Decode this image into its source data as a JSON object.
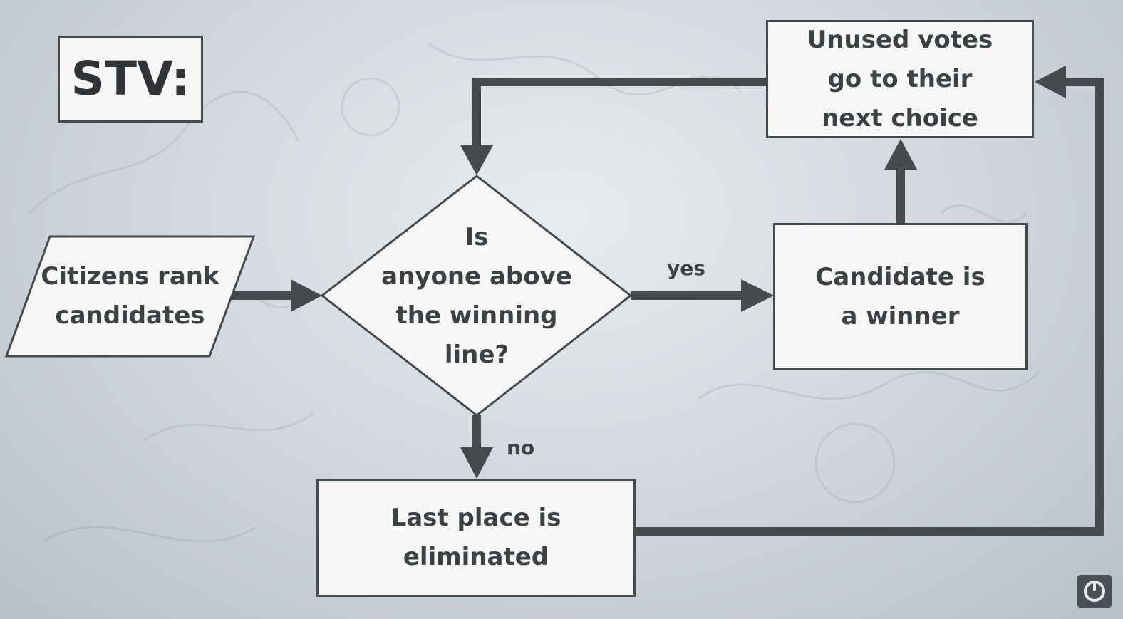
{
  "title": "STV:",
  "nodes": {
    "start": {
      "shape": "parallelogram",
      "lines": [
        "Citizens rank",
        "candidates"
      ]
    },
    "decision": {
      "shape": "diamond",
      "lines": [
        "Is",
        "anyone above",
        "the winning",
        "line?"
      ]
    },
    "winner": {
      "shape": "rectangle",
      "lines": [
        "Candidate is",
        "a winner"
      ]
    },
    "transfer": {
      "shape": "rectangle",
      "lines": [
        "Unused votes",
        "go to their",
        "next choice"
      ]
    },
    "eliminate": {
      "shape": "rectangle",
      "lines": [
        "Last place is",
        "eliminated"
      ]
    }
  },
  "edges": [
    {
      "from": "start",
      "to": "decision",
      "label": ""
    },
    {
      "from": "decision",
      "to": "winner",
      "label": "yes"
    },
    {
      "from": "decision",
      "to": "eliminate",
      "label": "no"
    },
    {
      "from": "winner",
      "to": "transfer",
      "label": ""
    },
    {
      "from": "transfer",
      "to": "decision",
      "label": ""
    },
    {
      "from": "eliminate",
      "to": "transfer",
      "label": ""
    }
  ],
  "colors": {
    "node_fill": "#f6f6f6",
    "stroke": "#454a4c",
    "text": "#3c4144"
  },
  "logo_icon": "gear-power-icon"
}
